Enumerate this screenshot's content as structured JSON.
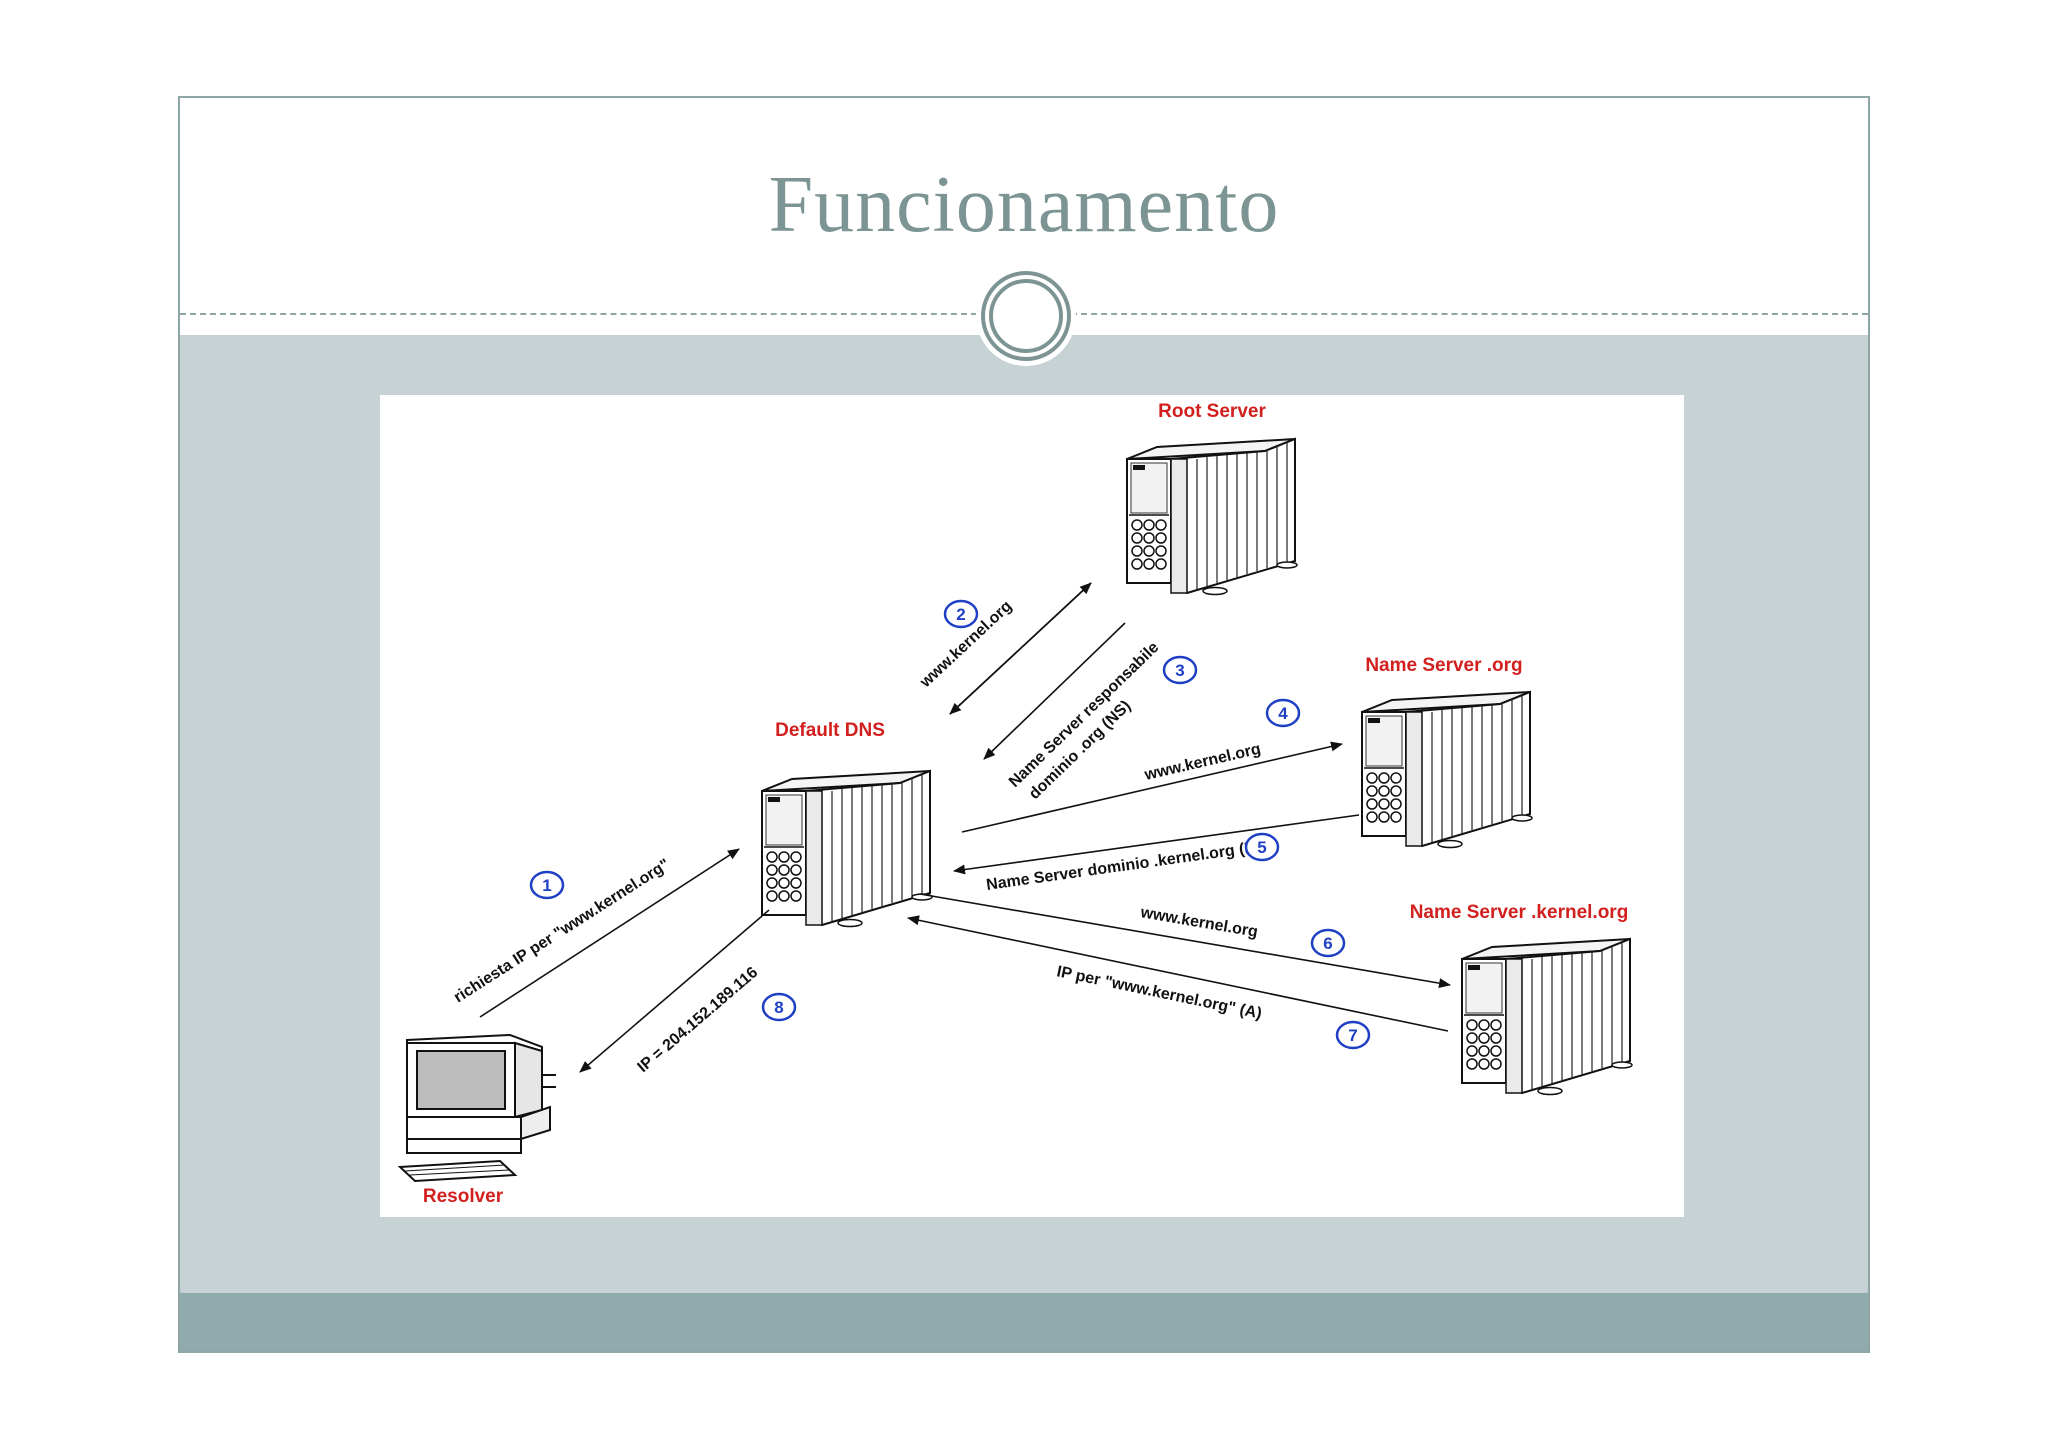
{
  "slide": {
    "title": "Funcionamento"
  },
  "diagram": {
    "nodes": {
      "root": "Root Server",
      "default_dns": "Default DNS",
      "ns_org": "Name Server .org",
      "ns_kernel": "Name Server .kernel.org",
      "resolver": "Resolver"
    },
    "steps": [
      {
        "num": "1",
        "text": "richiesta IP per \"www.kernel.org\""
      },
      {
        "num": "2",
        "text": "www.kernel.org"
      },
      {
        "num": "3",
        "text": "Name Server responsabile",
        "text2": "dominio .org (NS)"
      },
      {
        "num": "4",
        "text": "www.kernel.org"
      },
      {
        "num": "5",
        "text": "Name Server dominio .kernel.org (NS)"
      },
      {
        "num": "6",
        "text": "www.kernel.org"
      },
      {
        "num": "7",
        "text": "IP per \"www.kernel.org\" (A)"
      },
      {
        "num": "8",
        "text": "IP = 204.152.189.116"
      }
    ],
    "colors": {
      "node_label": "#d1201e",
      "step_number": "#1f3fc4"
    }
  }
}
